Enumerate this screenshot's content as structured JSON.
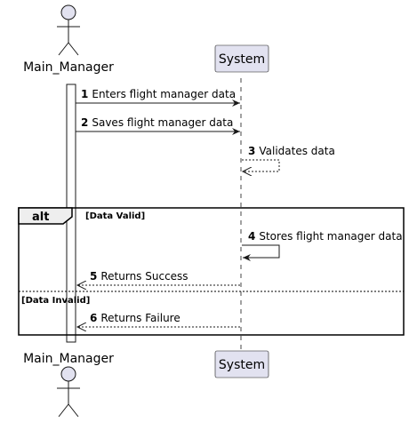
{
  "participants": {
    "actor": "Main_Manager",
    "system": "System"
  },
  "messages": [
    {
      "num": "1",
      "text": "Enters flight manager data"
    },
    {
      "num": "2",
      "text": "Saves flight manager data"
    },
    {
      "num": "3",
      "text": "Validates data"
    },
    {
      "num": "4",
      "text": "Stores flight manager data"
    },
    {
      "num": "5",
      "text": "Returns Success"
    },
    {
      "num": "6",
      "text": "Returns Failure"
    }
  ],
  "fragment": {
    "keyword": "alt",
    "guard_1": "[Data Valid]",
    "guard_2": "[Data Invalid]"
  },
  "colors": {
    "participant_fill": "#E2E2F0",
    "participant_stroke": "#181818",
    "lifeline": "#181818",
    "fragment_header": "#EEEEEE"
  }
}
